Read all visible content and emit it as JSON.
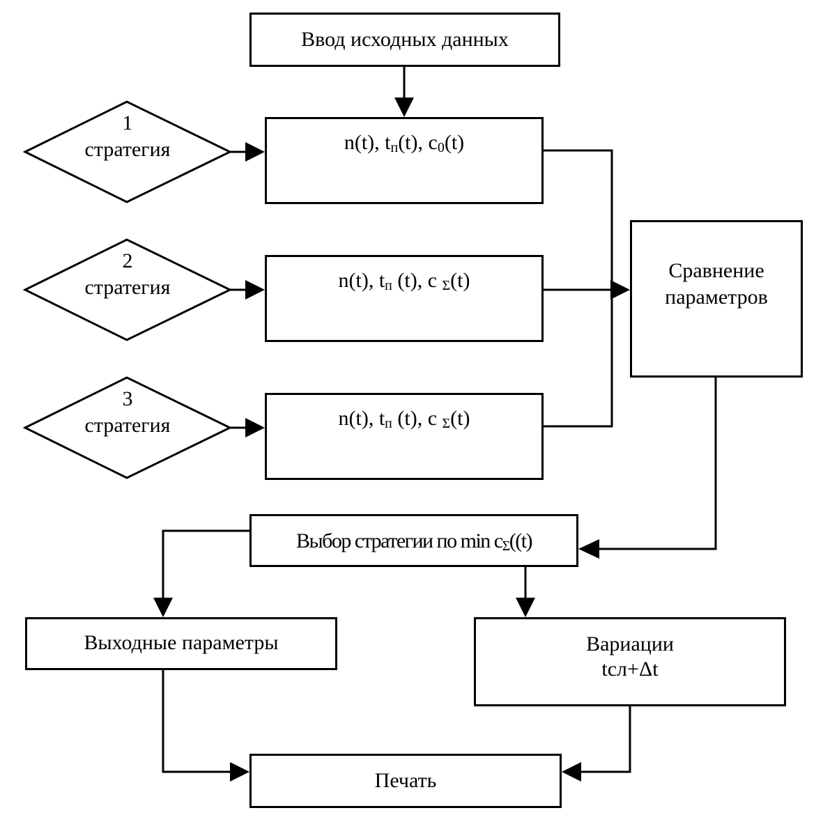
{
  "input_box": {
    "label": "Ввод исходных данных"
  },
  "strategies": [
    {
      "number": "1",
      "word": "стратегия",
      "formula": {
        "n": "n(t), t",
        "n_sub": "п",
        "mid": "(t), c",
        "c_sub": "0",
        "tail": "(t)"
      }
    },
    {
      "number": "2",
      "word": "стратегия",
      "formula": {
        "n": "n(t), t",
        "n_sub": "п",
        "mid": " (t), c ",
        "c_sub": "Σ",
        "tail": "(t)"
      }
    },
    {
      "number": "3",
      "word": "стратегия",
      "formula": {
        "n": "n(t), t",
        "n_sub": "п",
        "mid": " (t), c ",
        "c_sub": "Σ",
        "tail": "(t)"
      }
    }
  ],
  "compare_box": {
    "line1": "Сравнение",
    "line2": "параметров"
  },
  "select_box": {
    "text": "Выбор стратегии по min c",
    "sub": "Σ",
    "tail": "((t)"
  },
  "output_box": {
    "label": "Выходные параметры"
  },
  "variation_box": {
    "line1": "Вариации",
    "line2": "tсл+Δt"
  },
  "print_box": {
    "label": "Печать"
  }
}
